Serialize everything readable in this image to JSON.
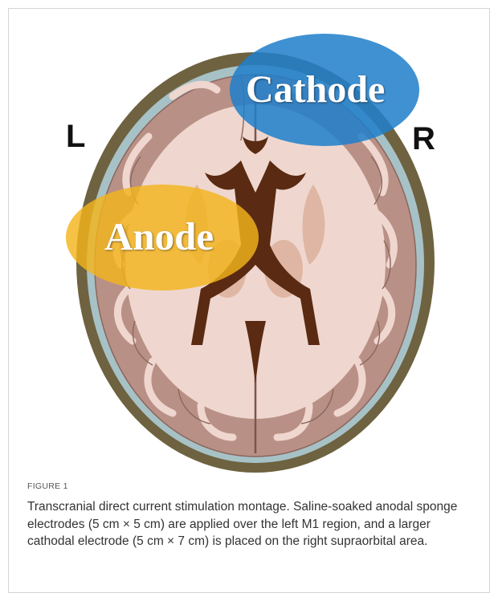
{
  "figure": {
    "side_labels": {
      "left": "L",
      "right": "R"
    },
    "electrodes": {
      "cathode": {
        "label": "Cathode",
        "color": "#1f7fcb"
      },
      "anode": {
        "label": "Anode",
        "color": "#f3b51c"
      }
    },
    "colors": {
      "skull": "#6e6240",
      "csf": "#a7c2c7",
      "gray_matter": "#b99086",
      "white_matter": "#efd7cf",
      "ventricles": "#5a2a12",
      "deep_nuclei": "#dfb6a4"
    }
  },
  "caption": {
    "heading": "FIGURE 1",
    "text": "Transcranial direct current stimulation montage. Saline-soaked anodal sponge electrodes (5 cm × 5 cm) are applied over the left M1 region, and a larger cathodal electrode (5 cm × 7 cm) is placed on the right supraorbital area."
  }
}
